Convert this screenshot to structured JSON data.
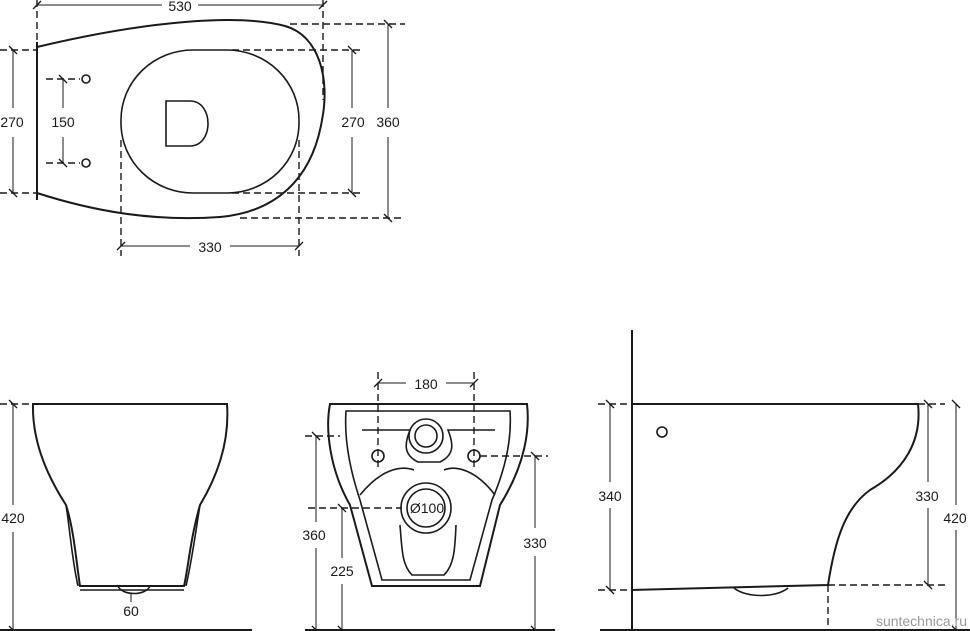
{
  "top_view": {
    "width": "530",
    "left_height": "270",
    "hole_spacing": "150",
    "seat_height": "270",
    "total_height": "360",
    "seat_width": "330"
  },
  "front_view": {
    "height": "420",
    "base_width": "60"
  },
  "back_view": {
    "mount_spacing": "180",
    "outlet": "Ø100",
    "total_height": "360",
    "outlet_height": "225",
    "mount_height": "330"
  },
  "side_view": {
    "rim_height": "340",
    "mount_height": "330",
    "total_height": "420"
  },
  "watermark": "suntechnica.ru"
}
